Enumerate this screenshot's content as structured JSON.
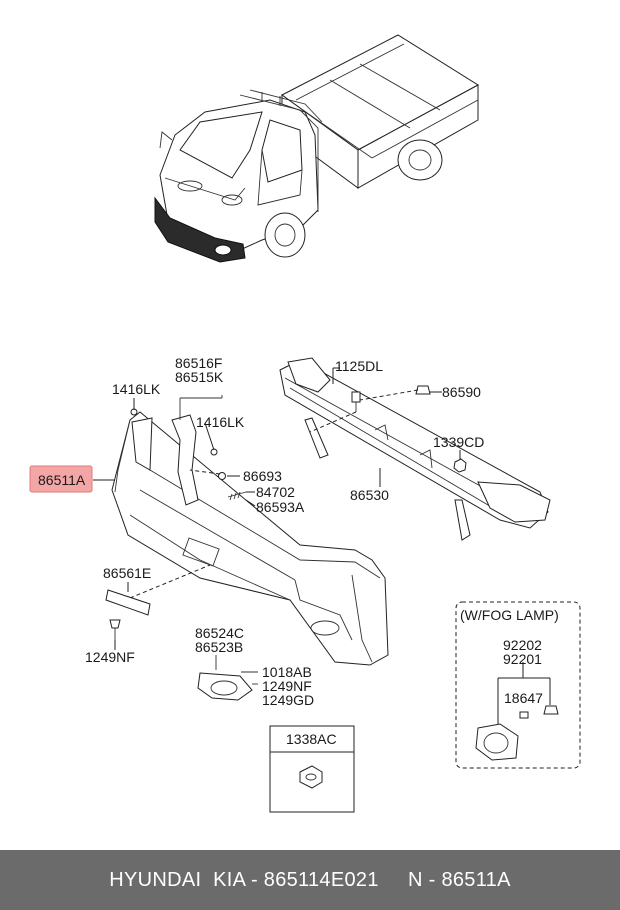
{
  "highlight_color": "#f4a6a6",
  "labels": {
    "p86516F": "86516F",
    "p86515K": "86515K",
    "p1416LK_a": "1416LK",
    "p1416LK_b": "1416LK",
    "p86511A": "86511A",
    "p86693": "86693",
    "p84702": "84702",
    "p86593A": "86593A",
    "p1125DL": "1125DL",
    "p86590": "86590",
    "p1339CD": "1339CD",
    "p86530": "86530",
    "p86561E": "86561E",
    "p1249NF_a": "1249NF",
    "p86524C": "86524C",
    "p86523B": "86523B",
    "p1018AB": "1018AB",
    "p1249NF_b": "1249NF",
    "p1249GD": "1249GD",
    "p1338AC": "1338AC",
    "fog_title": "(W/FOG LAMP)",
    "p92202": "92202",
    "p92201": "92201",
    "p18647": "18647"
  },
  "footer": {
    "brand": "HYUNDAI  KIA - 865114E021",
    "ref": "N - 86511A"
  }
}
